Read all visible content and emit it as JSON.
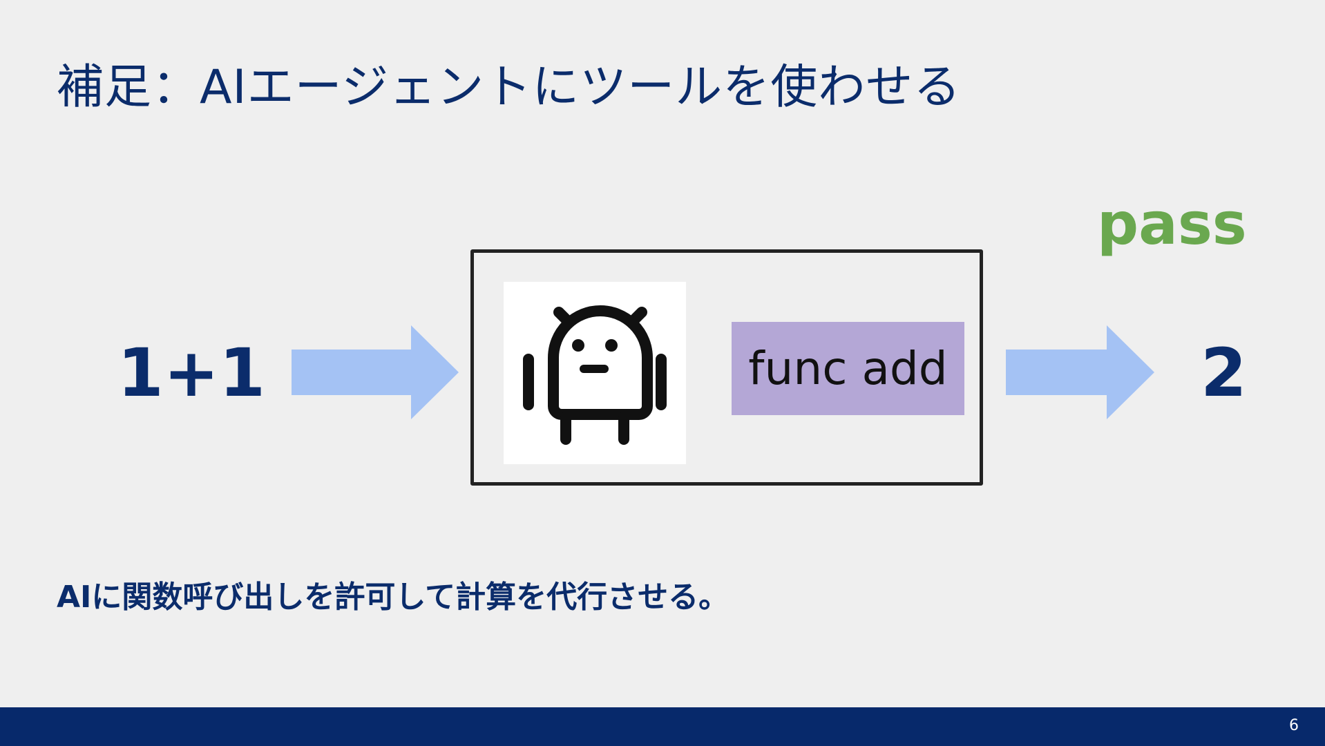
{
  "slide": {
    "title": "補足：AIエージェントにツールを使わせる",
    "caption": "AIに関数呼び出しを許可して計算を代行させる。",
    "page_number": "6"
  },
  "diagram": {
    "input": "1+1",
    "agent_icon": "robot-icon",
    "tool_label": "func add",
    "status": "pass",
    "output": "2"
  },
  "colors": {
    "background": "#efefef",
    "title": "#0b2c6b",
    "arrow": "#a4c2f4",
    "tool_box": "#b4a7d6",
    "pass": "#6aa84f",
    "footer": "#07296b"
  }
}
